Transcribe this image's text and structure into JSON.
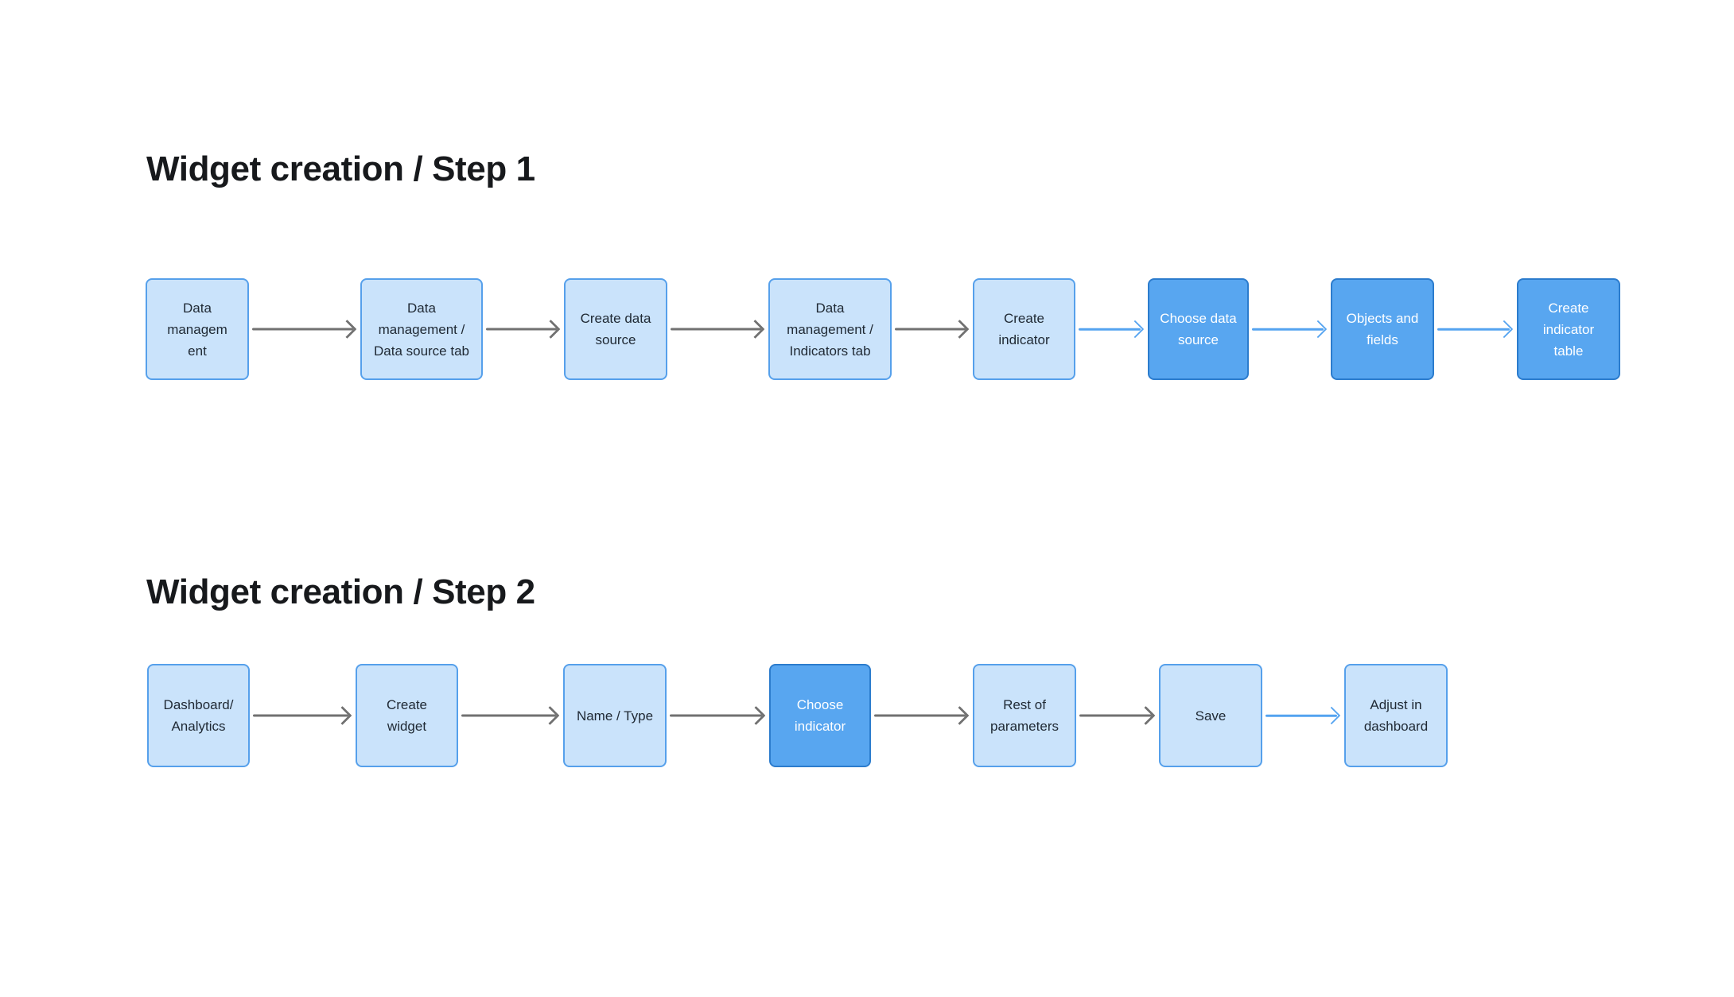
{
  "page": {
    "background": "#ffffff"
  },
  "colors": {
    "node_light_fill": "#cae3fb",
    "node_light_border": "#56a0eb",
    "node_dark_fill": "#58a6f0",
    "node_dark_border": "#2c7ccd",
    "node_text_dark": "#202a35",
    "node_text_light": "#ffffff",
    "arrow_gray": "#717171",
    "arrow_blue": "#54a3f0",
    "title_text": "#17191c"
  },
  "step1": {
    "title": "Widget creation / Step 1",
    "nodes": [
      {
        "label": "Data\nmanagem\nent",
        "variant": "light",
        "highlighted": false
      },
      {
        "label": "Data\nmanagement /\nData source tab",
        "variant": "light",
        "highlighted": false
      },
      {
        "label": "Create data\nsource",
        "variant": "light",
        "highlighted": false
      },
      {
        "label": "Data\nmanagement /\nIndicators tab",
        "variant": "light",
        "highlighted": false
      },
      {
        "label": "Create\nindicator",
        "variant": "light",
        "highlighted": false
      },
      {
        "label": "Choose data\nsource",
        "variant": "dark",
        "highlighted": true
      },
      {
        "label": "Objects and\nfields",
        "variant": "dark",
        "highlighted": true
      },
      {
        "label": "Create\nindicator\ntable",
        "variant": "dark",
        "highlighted": true
      }
    ],
    "arrows": [
      {
        "from": 0,
        "to": 1,
        "style": "gray"
      },
      {
        "from": 1,
        "to": 2,
        "style": "gray"
      },
      {
        "from": 2,
        "to": 3,
        "style": "gray"
      },
      {
        "from": 3,
        "to": 4,
        "style": "gray"
      },
      {
        "from": 4,
        "to": 5,
        "style": "blue"
      },
      {
        "from": 5,
        "to": 6,
        "style": "blue"
      },
      {
        "from": 6,
        "to": 7,
        "style": "blue"
      }
    ]
  },
  "step2": {
    "title": "Widget creation / Step 2",
    "nodes": [
      {
        "label": "Dashboard/\nAnalytics",
        "variant": "light",
        "highlighted": false
      },
      {
        "label": "Create\nwidget",
        "variant": "light",
        "highlighted": false
      },
      {
        "label": "Name / Type",
        "variant": "light",
        "highlighted": false
      },
      {
        "label": "Choose\nindicator",
        "variant": "dark",
        "highlighted": true
      },
      {
        "label": "Rest of\nparameters",
        "variant": "light",
        "highlighted": false
      },
      {
        "label": "Save",
        "variant": "light",
        "highlighted": false
      },
      {
        "label": "Adjust in\ndashboard",
        "variant": "light",
        "highlighted": false
      }
    ],
    "arrows": [
      {
        "from": 0,
        "to": 1,
        "style": "gray"
      },
      {
        "from": 1,
        "to": 2,
        "style": "gray"
      },
      {
        "from": 2,
        "to": 3,
        "style": "gray"
      },
      {
        "from": 3,
        "to": 4,
        "style": "gray"
      },
      {
        "from": 4,
        "to": 5,
        "style": "gray"
      },
      {
        "from": 5,
        "to": 6,
        "style": "blue"
      }
    ]
  }
}
